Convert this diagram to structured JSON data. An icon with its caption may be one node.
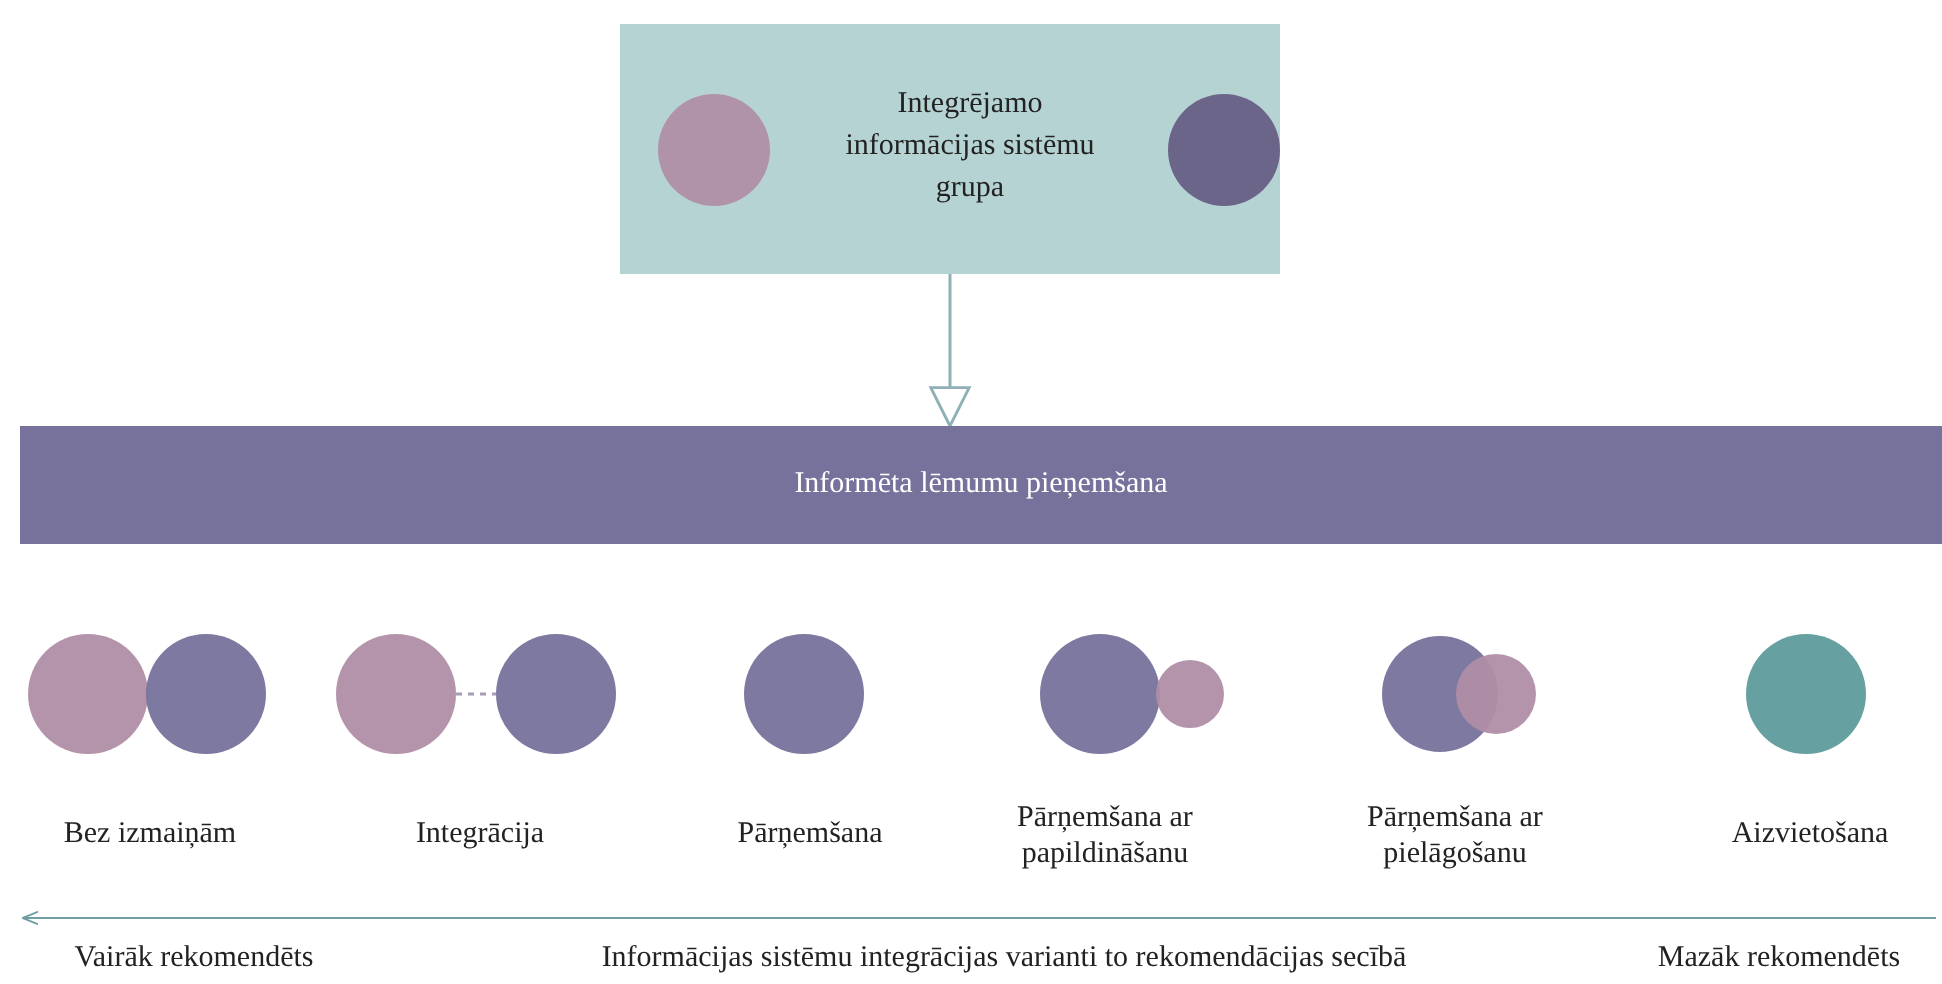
{
  "diagram": {
    "nodes": [
      {
        "text": [
          "Integrējamo informācijas sistēmu grupa"
        ]
      },
      {
        "text": [],
        "shape": "circle",
        "in": 0
      },
      {
        "text": [],
        "shape": "circle",
        "in": 0
      },
      {
        "text": [
          "Informēta lēmumu pieņemšana"
        ]
      },
      {
        "text": [],
        "shape": "circle"
      },
      {
        "text": [],
        "shape": "circle"
      },
      {
        "text": [],
        "shape": "circle"
      },
      {
        "text": [],
        "shape": "circle"
      },
      {
        "text": [],
        "shape": "circle"
      },
      {
        "text": [],
        "shape": "circle"
      },
      {
        "text": [],
        "shape": "circle"
      },
      {
        "text": [],
        "shape": "circle"
      },
      {
        "text": [],
        "shape": "circle"
      },
      {
        "text": [],
        "shape": "circle"
      }
    ],
    "edges": [
      {
        "from": 0,
        "to": 3,
        "arrow": "to"
      },
      {
        "from": 6,
        "to": 7,
        "arrow": "none",
        "style": "dashed"
      }
    ],
    "labels": [
      "Bez izmaiņām",
      "Integrācija",
      "Pārņemšana",
      "Pārņemšana ar papildināšanu",
      "Pārņemšana ar pielāgošanu",
      "Aizvietošana",
      "Vairāk rekomendēts",
      "Informācijas sistēmu integrācijas varianti to rekomendācijas secībā",
      "Mazāk rekomendēts"
    ]
  }
}
